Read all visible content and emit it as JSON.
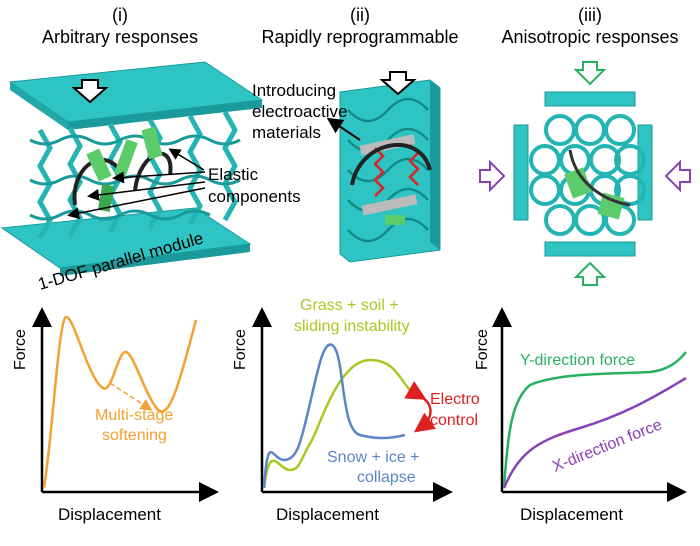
{
  "colors": {
    "cyan": "#2ec4c4",
    "cyan_dark": "#1a9a9a",
    "green_component": "#5ccc6a",
    "orange": "#f5a030",
    "lime": "#a8c820",
    "blue": "#5a86c8",
    "red": "#e02020",
    "green_curve": "#28b060",
    "purple": "#8a40b8"
  },
  "panels": [
    {
      "numeral": "(i)",
      "title": "Arbitrary responses",
      "labels": {
        "elastic_line1": "Elastic",
        "elastic_line2": "components",
        "module": "1-DOF parallel module"
      },
      "graph": {
        "ylabel": "Force",
        "xlabel": "Displacement",
        "annot_line1": "Multi-stage",
        "annot_line2": "softening"
      }
    },
    {
      "numeral": "(ii)",
      "title": "Rapidly reprogrammable",
      "labels": {
        "intro_line1": "Introducing",
        "intro_line2": "electroactive",
        "intro_line3": "materials"
      },
      "graph": {
        "ylabel": "Force",
        "xlabel": "Displacement",
        "green_line1": "Grass + soil +",
        "green_line2": "sliding instability",
        "red_line1": "Electro",
        "red_line2": "control",
        "blue_line1": "Snow + ice +",
        "blue_line2": "collapse"
      }
    },
    {
      "numeral": "(iii)",
      "title": "Anisotropic responses",
      "graph": {
        "ylabel": "Force",
        "xlabel": "Displacement",
        "y_force": "Y-direction force",
        "x_force": "X-direction force"
      }
    }
  ]
}
